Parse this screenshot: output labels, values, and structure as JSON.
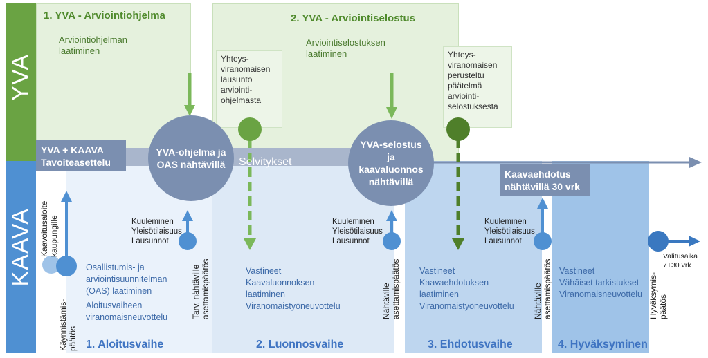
{
  "lanes": {
    "yva": "YVA",
    "kaava": "KAAVA"
  },
  "yva_stages": [
    {
      "title": "1. YVA - Arviointiohjelma",
      "text": [
        "Arviointiohjelman",
        "laatiminen"
      ]
    },
    {
      "title": "2. YVA - Arviointiselostus",
      "text": [
        "Arviointiselostuksen",
        "laatiminen"
      ]
    }
  ],
  "notes": [
    {
      "lines": [
        "Yhteys-",
        "viranomaisen",
        "lausunto",
        "arviointi-",
        "ohjelmasta"
      ]
    },
    {
      "lines": [
        "Yhteys-",
        "viranomaisen",
        "perusteltu",
        "päätelmä",
        "arviointi-",
        "selostuksesta"
      ]
    }
  ],
  "timeline": {
    "start_box": [
      "YVA + KAAVA",
      "Tavoiteasettelu"
    ],
    "circle1": [
      "YVA-ohjelma ja",
      "OAS nähtävillä"
    ],
    "bar_label": "Selvitykset",
    "circle2": [
      "YVA-selostus",
      "ja",
      "kaavaluonnos",
      "nähtävillä"
    ],
    "proposal_box": [
      "Kaavaehdotus",
      "nähtävillä 30 vrk"
    ]
  },
  "phases": [
    {
      "title": "1. Aloitusvaihe",
      "text": [
        "Osallistumis- ja",
        "arviointisuunnitelman",
        "(OAS) laatiminen",
        "Aloitusvaiheen",
        "viranomaisneuvottelu"
      ]
    },
    {
      "title": "2. Luonnosvaihe",
      "text": [
        "Vastineet",
        "Kaavaluonnoksen",
        "laatiminen",
        "Viranomaistyöneuvottelu"
      ]
    },
    {
      "title": "3. Ehdotusvaihe",
      "text": [
        "Vastineet",
        "Kaavaehdotuksen",
        "laatiminen",
        "Viranomaistyöneuvottelu"
      ]
    },
    {
      "title": "4. Hyväksyminen",
      "text": [
        "Vastineet",
        "Vähäiset tarkistukset",
        "Viranomaisneuvottelu"
      ]
    }
  ],
  "consultation": [
    "Kuuleminen",
    "Yleisötilaisuus",
    "Lausunnot"
  ],
  "vertical_labels": {
    "kaavoitusaloite": [
      "Kaavoitusaloite",
      "kaupungille"
    ],
    "kaynnistamis": [
      "Käynnistämis-",
      "päätös"
    ],
    "tarv_nahtaville": [
      "Tarv. nähtäville",
      "asettamispäätös"
    ],
    "nahtaville1": [
      "Nähtäville",
      "asettamispäätös"
    ],
    "nahtaville2": [
      "Nähtäville",
      "asettamispäätös"
    ],
    "hyvaksymis": [
      "Hyväksymis-",
      "päätös"
    ]
  },
  "appeal": [
    "Valitusaika",
    "7+30 vrk"
  ],
  "colors": {
    "yva_green": "#6aa343",
    "dark_green": "#4f7f2a",
    "kaava_blue": "#4f90d2",
    "slate": "#7b8fb0",
    "timeline_bar": "#a9b6cc"
  }
}
